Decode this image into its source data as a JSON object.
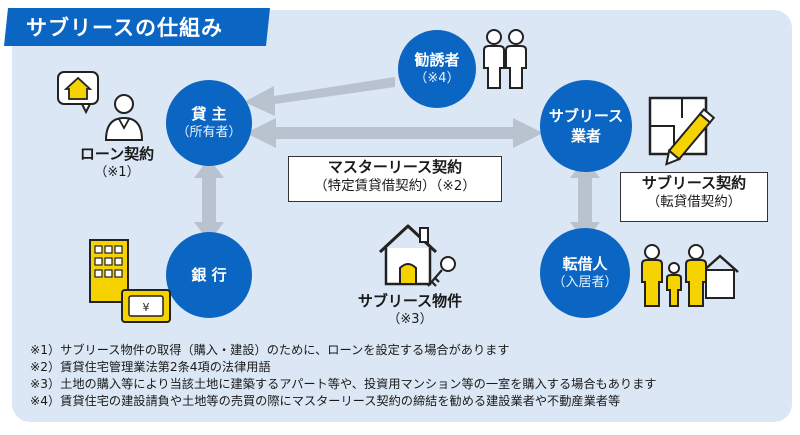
{
  "title": "サブリースの仕組み",
  "nodes": {
    "owner": {
      "main": "貸 主",
      "sub": "（所有者）"
    },
    "bank": {
      "main": "銀 行"
    },
    "solicitor": {
      "main": "勧誘者",
      "sub": "（※4）"
    },
    "sublease_company": {
      "main": "サブリース",
      "main2": "業者"
    },
    "tenant": {
      "main": "転借人",
      "sub": "（入居者）"
    }
  },
  "labels": {
    "loan": {
      "main": "ローン契約",
      "sub": "（※1）"
    },
    "master_lease": {
      "main": "マスターリース契約",
      "sub": "（特定賃貸借契約）（※2）"
    },
    "sublease_contract": {
      "main": "サブリース契約",
      "sub": "（転貸借契約）"
    },
    "property": {
      "main": "サブリース物件",
      "sub": "（※3）"
    }
  },
  "notes": [
    "※1）サブリース物件の取得（購入・建設）のために、ローンを設定する場合があります",
    "※2）賃貸住宅管理業法第2条4項の法律用語",
    "※3）土地の購入等により当該土地に建築するアパート等や、投資用マンション等の一室を購入する場合もあります",
    "※4）賃貸住宅の建設請負や土地等の売買の際にマスターリース契約の締結を勧める建設業者や不動産業者等"
  ],
  "colors": {
    "primary_blue": "#0b65c2",
    "panel_bg": "#dbe7f4",
    "arrow_gray": "#b9c3cf",
    "accent_yellow": "#f5d300"
  },
  "icons": [
    "house-alert-icon",
    "person-icon",
    "building-icon",
    "card-icon",
    "couple-icon",
    "house-key-icon",
    "blueprint-pencil-icon",
    "family-house-icon"
  ]
}
